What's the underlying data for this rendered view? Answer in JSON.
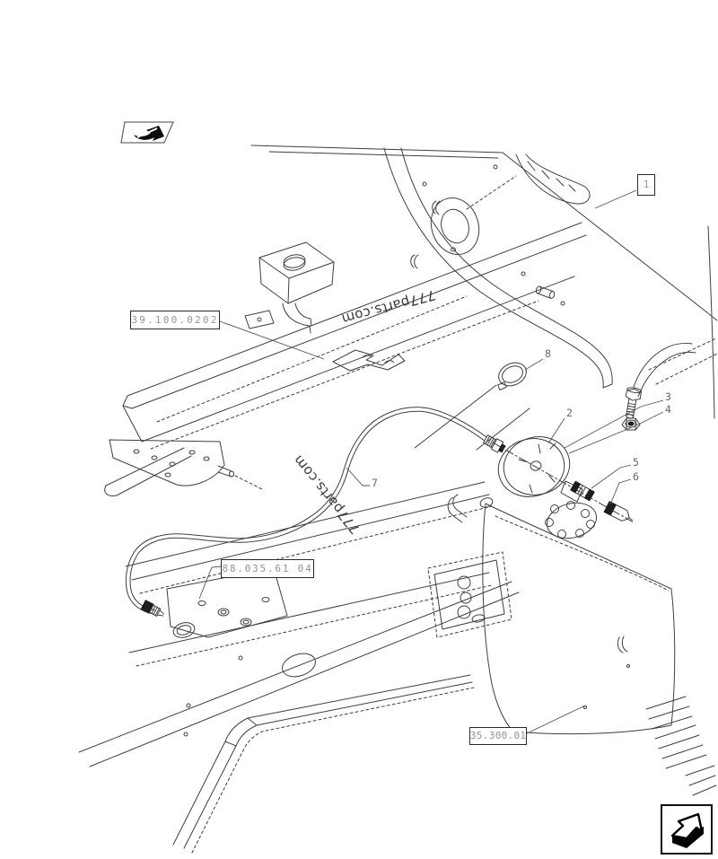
{
  "viewer": {
    "nav": {
      "back_icon": "page-back-arrow-icon",
      "forward_icon": "page-forward-arrow-icon"
    }
  },
  "diagram": {
    "assembly_ref": {
      "label": "1"
    },
    "section_links": [
      {
        "code": "39.100.0202"
      },
      {
        "code": "88.035.61 04"
      },
      {
        "code": "35.300.01"
      }
    ],
    "callouts": [
      "8",
      "2",
      "3",
      "4",
      "5",
      "6",
      "7"
    ],
    "watermark": {
      "text": "777parts.com"
    },
    "colors": {
      "line": "#3f3f3f",
      "ref_text": "#949494",
      "callout_text": "#666666",
      "watermark_text": "#3a3a3a"
    }
  }
}
